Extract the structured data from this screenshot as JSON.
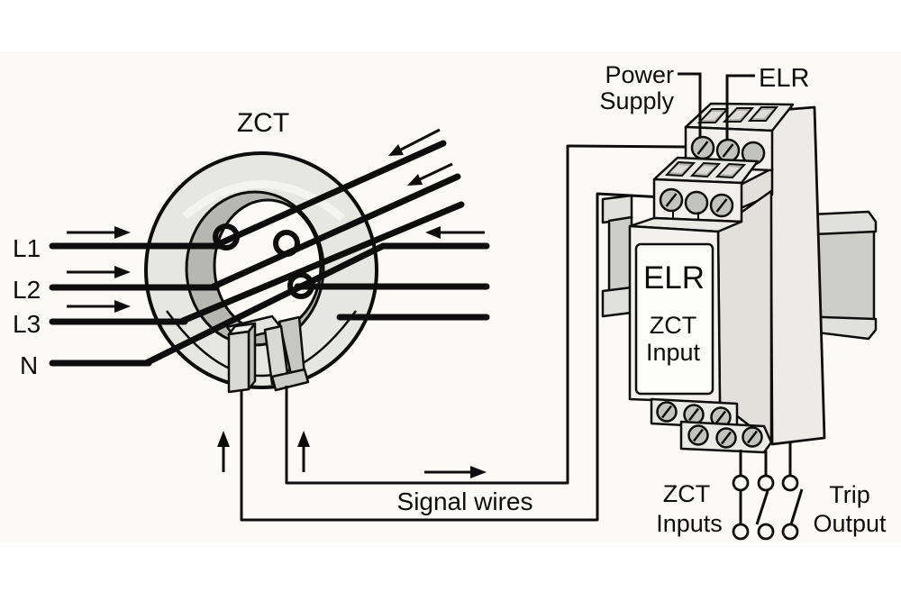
{
  "diagram": {
    "zct": {
      "label": "ZCT",
      "conductors": [
        "L1",
        "L2",
        "L3",
        "N"
      ]
    },
    "signal": {
      "label": "Signal wires"
    },
    "elr": {
      "power_supply": [
        "Power",
        "Supply"
      ],
      "terminal_label": "ELR",
      "face": [
        "ELR",
        "ZCT",
        "Input"
      ],
      "zct_inputs": [
        "ZCT",
        "Inputs"
      ],
      "trip_output": [
        "Trip",
        "Output"
      ]
    },
    "palette": {
      "ink": "#0d0d0d",
      "background": "#fbfaf7",
      "ring_surface": "#e6e6e3",
      "ring_inner_wall": "#b6b6b3",
      "device_body": "#f2f1ed",
      "device_side": "#e2e0db",
      "din_rail": "#cdcdca",
      "screw": "#c2c2be",
      "label_panel": "#fcfcfa"
    }
  }
}
